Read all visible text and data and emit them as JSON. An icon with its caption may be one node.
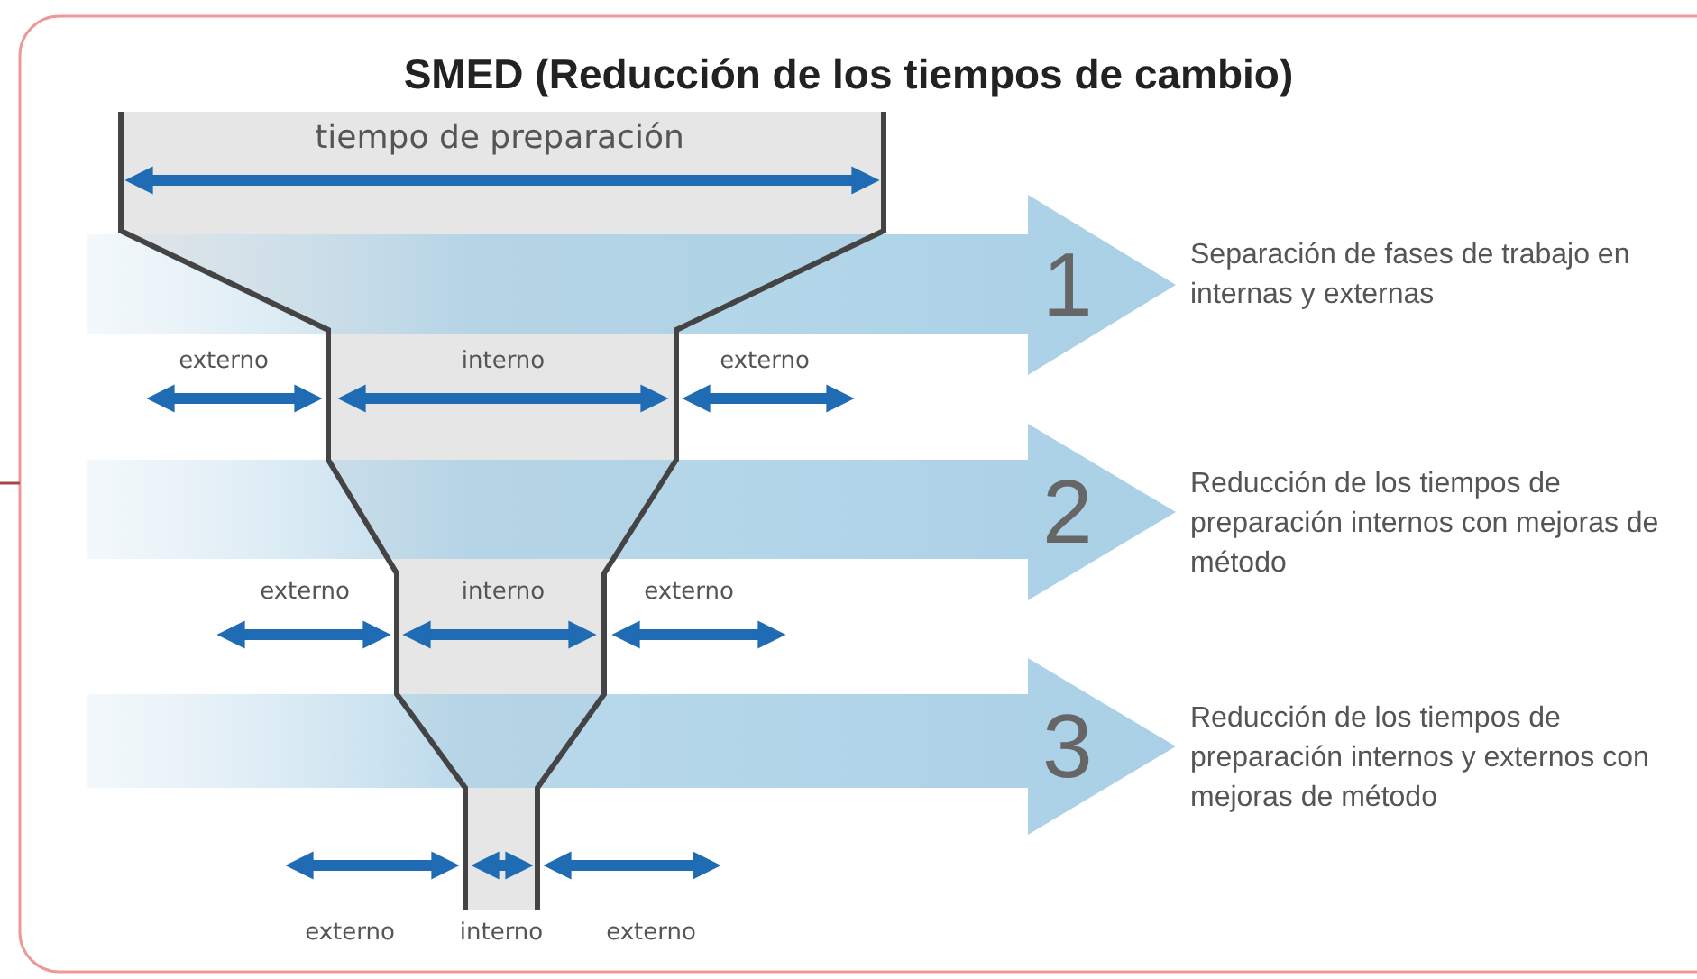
{
  "diagram": {
    "title": "SMED (Reducción de los tiempos de cambio)",
    "nodes": [
      {
        "text": [
          "1"
        ],
        "beside": [
          "Separación de fases de trabajo en internas y externas"
        ]
      },
      {
        "text": [
          "2"
        ],
        "beside": [
          "Reducción de los tiempos de preparación internos con mejoras de método"
        ]
      },
      {
        "text": [
          "3"
        ],
        "beside": [
          "Reducción de los tiempos de preparación internos  y externos con mejoras de método"
        ]
      }
    ],
    "labels": [
      "tiempo de preparación",
      "externo",
      "interno",
      "externo",
      "externo",
      "interno",
      "externo",
      "externo",
      "interno",
      "externo"
    ]
  }
}
